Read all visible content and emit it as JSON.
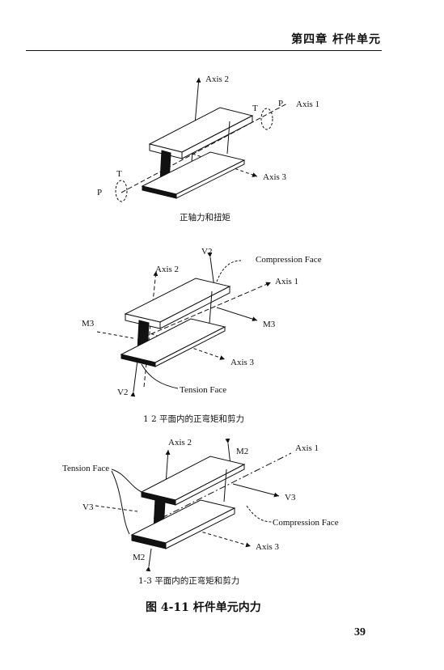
{
  "header": {
    "title": "第四章    杆件单元"
  },
  "diagram1": {
    "axis2": "Axis 2",
    "axis1": "Axis 1",
    "axis3": "Axis 3",
    "t_right": "T",
    "p_right": "P",
    "t_left": "T",
    "p_left": "P",
    "caption": "正轴力和扭矩"
  },
  "diagram2": {
    "v2_top": "V2",
    "compression_face": "Compression Face",
    "axis2": "Axis 2",
    "axis1": "Axis 1",
    "m3_left": "M3",
    "m3_right": "M3",
    "axis3": "Axis 3",
    "tension_face": "Tension Face",
    "v2_bottom": "V2",
    "caption": "1 2 平面内的正弯矩和剪力"
  },
  "diagram3": {
    "axis2": "Axis 2",
    "m2_top": "M2",
    "axis1": "Axis 1",
    "tension_face": "Tension Face",
    "v3_left": "V3",
    "v3_right": "V3",
    "compression_face": "Compression Face",
    "axis3": "Axis 3",
    "m2_bottom": "M2",
    "caption": "1-3 平面内的正弯矩和剪力"
  },
  "figure_caption": "图 4-11    杆件单元内力",
  "page_number": "39"
}
